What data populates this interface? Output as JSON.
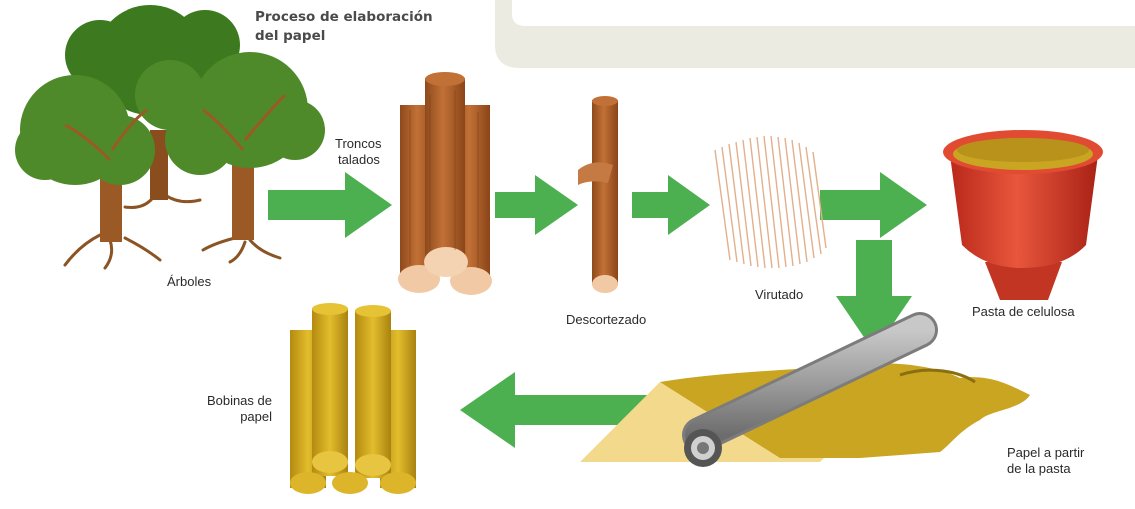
{
  "diagram": {
    "title_line1": "Proceso de elaboración",
    "title_line2": "del papel",
    "steps": {
      "arboles": "Árboles",
      "troncos_line1": "Troncos",
      "troncos_line2": "talados",
      "descortezado": "Descortezado",
      "virutado": "Virutado",
      "pasta": "Pasta de celulosa",
      "papel_line1": "Papel a partir",
      "papel_line2": "de la pasta",
      "bobinas_line1": "Bobinas de",
      "bobinas_line2": "papel"
    },
    "colors": {
      "arrow": "#4caf50",
      "wood": "#b5652b",
      "wood_end": "#f1c9a4",
      "vat": "#d8402a",
      "pulp": "#c9a521",
      "roll": "#d4ad1e",
      "panel": "#ecebe1",
      "foliage": "#4f8a2a"
    },
    "icons": [
      "trees-illustration",
      "logs-illustration",
      "debarked-log-illustration",
      "wood-chips-illustration",
      "pulp-vat-illustration",
      "paper-press-illustration",
      "paper-rolls-illustration"
    ]
  }
}
